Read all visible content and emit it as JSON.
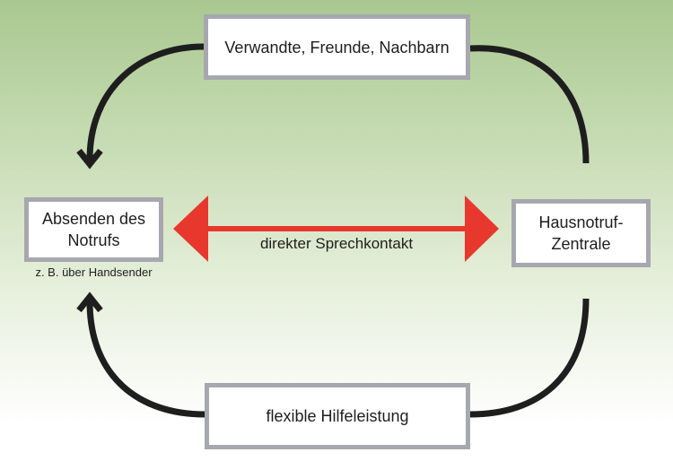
{
  "nodes": {
    "relatives": "Verwandte, Freunde, Nachbarn",
    "sender": "Absenden des\nNotrufs",
    "sender_note": "z. B. über Handsender",
    "control_center": "Hausnotruf-\nZentrale",
    "help": "flexible Hilfeleistung"
  },
  "edges": {
    "direct_label": "direkter Sprechkontakt"
  },
  "colors": {
    "background_top": "#a9c890",
    "background_bottom": "#ffffff",
    "box_border": "#a7a7af",
    "connector": "#1e1e1e",
    "direct_arrow": "#e8382d"
  }
}
